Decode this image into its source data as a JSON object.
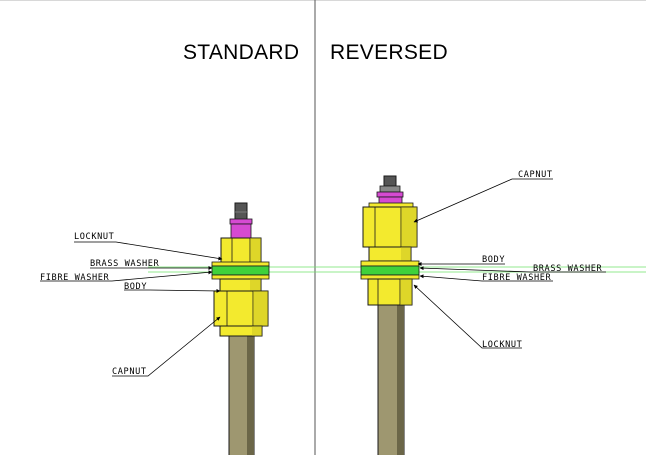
{
  "headings": {
    "standard": "STANDARD",
    "reversed": "REVERSED"
  },
  "labels": {
    "standard": {
      "locknut": "LOCKNUT",
      "brass_washer": "BRASS WASHER",
      "fibre_washer": "FIBRE WASHER",
      "body": "BODY",
      "capnut": "CAPNUT"
    },
    "reversed": {
      "capnut": "CAPNUT",
      "body": "BODY",
      "brass_washer": "BRASS WASHER",
      "fibre_washer": "FIBRE WASHER",
      "locknut": "LOCKNUT"
    }
  },
  "colors": {
    "nut_yellow": "#f3ea2e",
    "nut_shade": "#b8b220",
    "rod": "#9e9770",
    "rod_shade": "#6b6648",
    "stud": "#555555",
    "cap_magenta": "#d64ad2",
    "washer_green": "#3fd13b",
    "guide_green": "#6fe06a",
    "outline": "#1a1a1a"
  }
}
